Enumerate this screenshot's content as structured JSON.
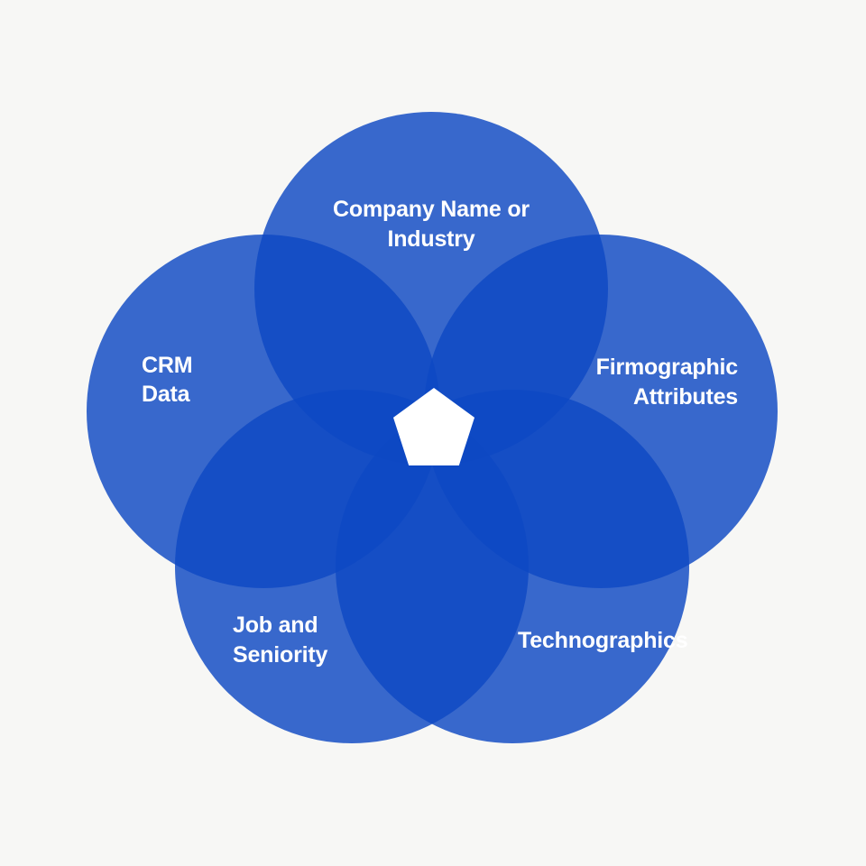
{
  "diagram_type": "venn-5-circle-flower",
  "background_color": "#f7f7f5",
  "circle_fill_rgba": "rgba(13,72,195,0.82)",
  "single_overlap_color": "#3a67c8",
  "double_overlap_color": "#0e4ac4",
  "label_color": "#ffffff",
  "center_icon": "pentagon",
  "center_icon_color": "#ffffff",
  "sets": [
    {
      "name": "company-name-or-industry",
      "position": "top",
      "lines": [
        "Company Name or",
        "Industry"
      ]
    },
    {
      "name": "firmographic-attributes",
      "position": "upper-right",
      "lines": [
        "Firmographic",
        "Attributes"
      ]
    },
    {
      "name": "technographics",
      "position": "lower-right",
      "lines": [
        "Technographics"
      ]
    },
    {
      "name": "job-and-seniority",
      "position": "lower-left",
      "lines": [
        "Job and",
        "Seniority"
      ]
    },
    {
      "name": "crm-data",
      "position": "upper-left",
      "lines": [
        "CRM",
        "Data"
      ]
    }
  ]
}
